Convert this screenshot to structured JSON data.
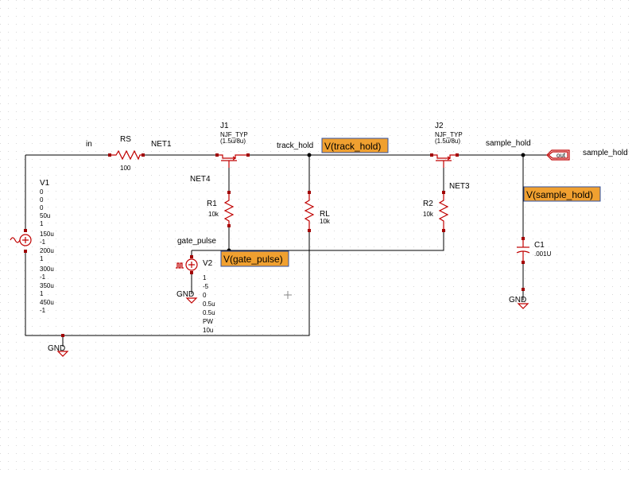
{
  "nets": {
    "in": "in",
    "net1": "NET1",
    "track_hold": "track_hold",
    "sample_hold": "sample_hold",
    "net4": "NET4",
    "net3": "NET3",
    "gate_pulse": "gate_pulse",
    "out_port_text": "out",
    "out_port_label": "sample_hold"
  },
  "parts": {
    "rs": {
      "name": "RS",
      "value": "100"
    },
    "j1": {
      "name": "J1",
      "model": "NJF_TYP",
      "size": "(1.5u/8u)"
    },
    "j2": {
      "name": "J2",
      "model": "NJF_TYP",
      "size": "(1.5u/8u)"
    },
    "r1": {
      "name": "R1",
      "value": "10k"
    },
    "rl": {
      "name": "RL",
      "value": "10k"
    },
    "r2": {
      "name": "R2",
      "value": "10k"
    },
    "c1": {
      "name": "C1",
      "value": ".001U"
    },
    "v1": {
      "name": "V1",
      "params": [
        "0",
        "0",
        "0",
        "50u",
        "1",
        "150u",
        "-1",
        "200u",
        "1",
        "300u",
        "-1",
        "350u",
        "1",
        "450u",
        "-1"
      ]
    },
    "v2": {
      "name": "V2",
      "params": [
        "1",
        "-5",
        "0",
        "0.5u",
        "0.5u",
        "PW",
        "10u"
      ]
    }
  },
  "grounds": {
    "label": "GND"
  },
  "probes": {
    "track_hold": "V(track_hold)",
    "gate_pulse": "V(gate_pulse)",
    "sample_hold": "V(sample_hold)"
  },
  "colors": {
    "probe_fill": "#f0a030",
    "probe_border": "#3050a0",
    "component": "#c00000",
    "wire": "#000000"
  }
}
